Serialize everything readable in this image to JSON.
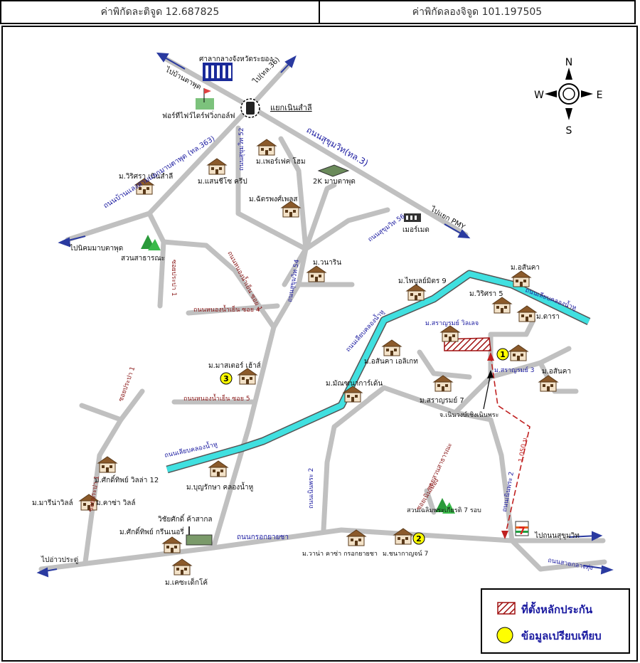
{
  "header": {
    "lat_label": "ค่าพิกัดละติจูด 12.687825",
    "lon_label": "ค่าพิกัดลองจิจูด 101.197505"
  },
  "compass": {
    "n": "N",
    "s": "S",
    "e": "E",
    "w": "W"
  },
  "roads": {
    "sukhumvit_3": "ถนนสุขุมวิท(ทล.3)",
    "ban_map_ta_phut_363": "ถนนบ้านแลงสามแยกมาบตาพุด (ทล.363)",
    "sai_khlong_nam_hu_top": "ถนนเลียบคลองน้ำหู",
    "sai_khlong_nam_hu_mid": "ถนนเลียบคลองน้ำหู",
    "sai_khlong_nam_hu_bottom": "ถนนเลียบคลองน้ำหู",
    "sukhumvit_52": "ถนนสุขุมวิท 52",
    "sukhumvit_54": "ถนนสุขุมวิท 54",
    "sukhumvit_56": "ถนนสุขุมวิท 56",
    "nong_nam_yen_1": "ถนนหนองน้ำเย็น ซอย 1",
    "nong_nam_yen_4": "ถนนหนองน้ำเย็น ซอย 4",
    "nong_nam_yen_5": "ถนนหนองน้ำเย็น ซอย 5",
    "soi_prapa_1": "ซอยประปา 1",
    "soi_prapa_1b": "ซอยประปา 1",
    "soi_prapa_1c": "ซอยประปา 1",
    "noen_phra_2": "ถนนเนินพระ 2",
    "noen_phra_2b": "ถนนเนินพระ 2",
    "krok_yai_cha": "ถนนกรอกยายชา",
    "sai_klang_thung": "ถนนสายกลางทุ่ง",
    "soi_ta_krao": "ซอยเนินเมือง",
    "soi_khao_mai": "ซอยสวนสาธารณะ",
    "distance": "1,050 ม."
  },
  "directions": {
    "ban_map_ta_phut": "ไปบ้านตาพุด",
    "to_36": "ไป(ทล.36)",
    "to_pmy": "ไปแยก PMY",
    "to_map_ta_phut": "ไปนิคมมาบตาพุด",
    "to_ao_pradu": "ไปอ่าวประดู่",
    "to_sukhumvit": "ไปถนนสุขุมวิท"
  },
  "places": {
    "city_hall": "ศาลากลางจังหวัดระยอง",
    "noen_sala_junction": "แยกเนินสำลี",
    "golf": "ฟอร์ทีไฟว์ไดร์ฟวิ่งกอล์ฟ",
    "wirisara": "ม.วิริศรา เนินสำลี",
    "saensiri": "ม.แสนชีโซ ครีป",
    "perfect_home": "ม.เพอร์เฟค โฮม",
    "2k": "2K มาบตาพุด",
    "chatsaro": "ม.ฉัตรพงศ์เพลส",
    "makro": "เมอร์เมด",
    "park": "สวนสาธารณะ",
    "wanarin": "ม.วนาริน",
    "phaiboon": "ม.ไพบูลย์มิตร 9",
    "atsanka": "ม.อสันคา",
    "wirisara5": "ม.วิริศรา 5",
    "dara": "ม.ดารา",
    "sarawadee_village": "ม.สราญรมย์ วิลเลจ",
    "sarawadee3": "ม.สราญรมย์ 3",
    "atsanka_elite": "ม.อสันคา เอลิเกท",
    "atsanka2": "ม.อสันคา",
    "master": "ม.มาสเตอร์ เฮ้าส์",
    "manthana": "ม.มัณฑนาการ์เด้น",
    "sarawadee7": "ม.สราญรมย์ 7",
    "chamnong": "จ.เนินวงษ์เชิงเนินพระ",
    "boonraksa": "ม.บุญรักษา คลองน้ำหู",
    "sakthip12": "ม.ศักดิ์ทิพย์ วิลล่า 12",
    "marina": "ม.มารีน่าวิลล์",
    "kasa": "ม.คาซ่า วิลล์",
    "withee": "วิชัยศักดิ์ ค้าสากล",
    "sakthip_green": "ม.ศักดิ์ทิพย์ กรีนเนอรี่",
    "park_chaloem": "สวนเฉลิมพระเกียรติ 7 รอบ",
    "wana": "ม.วาน่า คาซ่า กรอกยายชา",
    "chanakan7": "ม.ชนากาญจน์ 7",
    "kanwet": "ม.เคซะเด็กโค้",
    "seven": "7"
  },
  "markers": {
    "m1": "1",
    "m2": "2",
    "m3": "3"
  },
  "legend": {
    "collateral": "ที่ตั้งหลักประกัน",
    "comparison": "ข้อมูลเปรียบเทียบ"
  },
  "colors": {
    "road": "#c0c0c0",
    "canal": "#40e0e0",
    "label_blue": "#1a1aa0",
    "label_red": "#8b1a1a",
    "marker": "#ffff00",
    "plot": "#a01010"
  }
}
